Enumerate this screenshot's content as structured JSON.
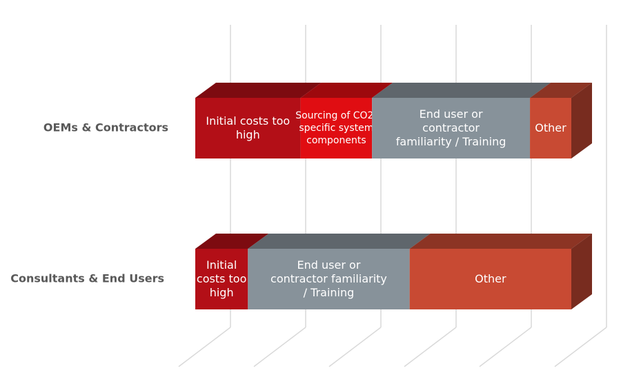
{
  "chart_data": {
    "type": "bar",
    "orientation": "horizontal",
    "stacked": "100%",
    "style": "3d",
    "grid": true,
    "title": "",
    "xlabel": "",
    "ylabel": "",
    "categories": [
      "OEMs & Contractors",
      "Consultants & End Users"
    ],
    "series": [
      {
        "name": "Initial costs too high",
        "color": "#b30f17",
        "values": [
          28,
          14
        ]
      },
      {
        "name": "Sourcing of CO2-specific system components",
        "color": "#e00d12",
        "values": [
          19,
          0
        ]
      },
      {
        "name": "End user or contractor familiarity / Training",
        "color": "#87929a",
        "values": [
          42,
          43
        ]
      },
      {
        "name": "Other",
        "color": "#c84a33",
        "values": [
          11,
          43
        ]
      }
    ],
    "segment_labels": [
      [
        "Initial costs too|high",
        "Sourcing of CO2-|specific system|components",
        "End user or|contractor|familiarity / Training",
        "Other"
      ],
      [
        "Initial|costs too|high",
        "",
        "End user or|contractor familiarity|/ Training",
        "Other"
      ]
    ]
  }
}
